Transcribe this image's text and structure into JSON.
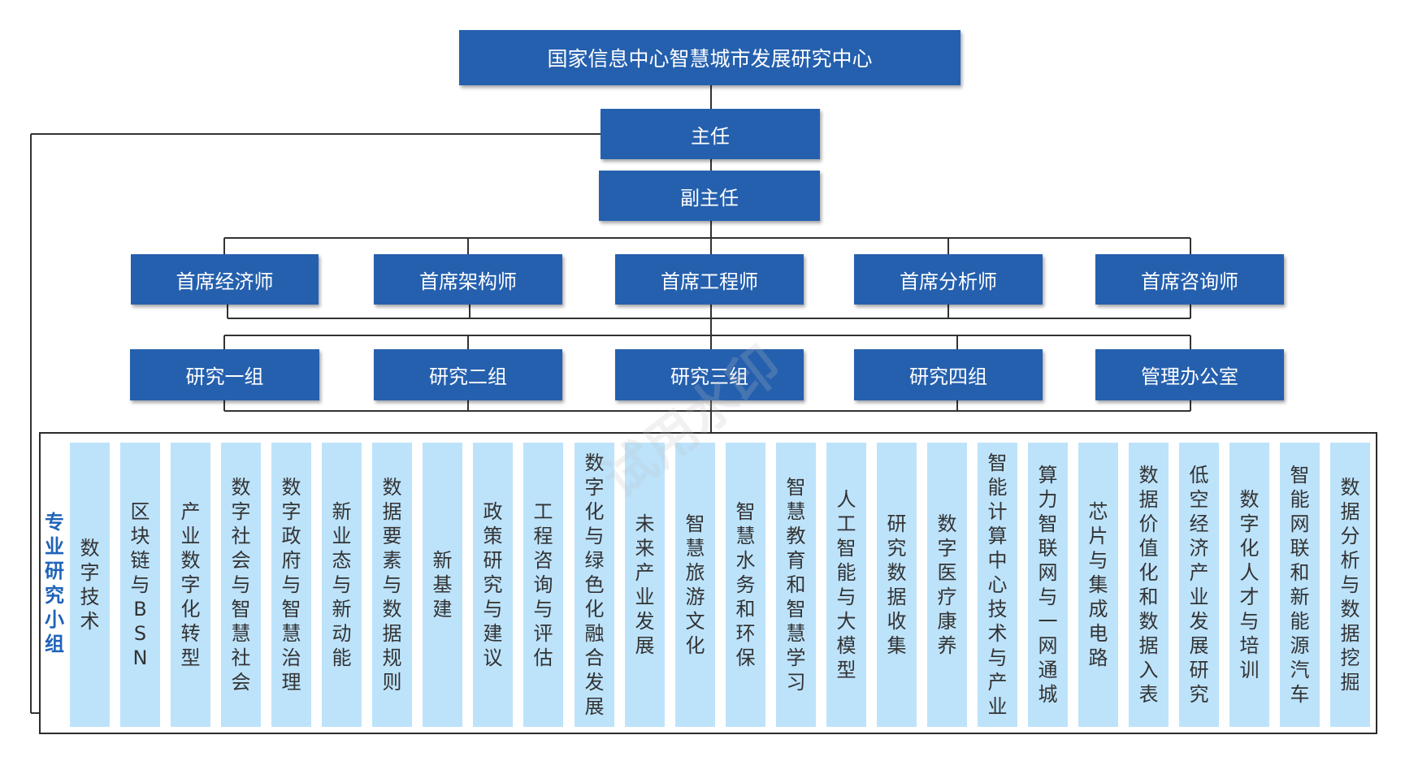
{
  "colors": {
    "box_fill": "#2560ae",
    "box_text": "#ffffff",
    "column_fill": "#bde3fb",
    "column_text": "#333333",
    "side_label": "#1f63b8",
    "line": "#333333"
  },
  "org": {
    "top": "国家信息中心智慧城市发展研究中心",
    "director": "主任",
    "deputy": "副主任",
    "chiefs": [
      "首席经济师",
      "首席架构师",
      "首席工程师",
      "首席分析师",
      "首席咨询师"
    ],
    "groups": [
      "研究一组",
      "研究二组",
      "研究三组",
      "研究四组",
      "管理办公室"
    ]
  },
  "special": {
    "label": "专业研究小组",
    "columns": [
      "数字技术",
      "区块链与BSN",
      "产业数字化转型",
      "数字社会与智慧社会",
      "数字政府与智慧治理",
      "新业态与新动能",
      "数据要素与数据规则",
      "新基建",
      "政策研究与建议",
      "工程咨询与评估",
      "数字化与绿色化融合发展",
      "未来产业发展",
      "智慧旅游文化",
      "智慧水务和环保",
      "智慧教育和智慧学习",
      "人工智能与大模型",
      "研究数据收集",
      "数字医疗康养",
      "智能计算中心技术与产业",
      "算力智联网与一网通城",
      "芯片与集成电路",
      "数据价值化和数据入表",
      "低空经济产业发展研究",
      "数字化人才与培训",
      "智能网联和新能源汽车",
      "数据分析与数据挖掘"
    ]
  },
  "watermark": "试用水印"
}
